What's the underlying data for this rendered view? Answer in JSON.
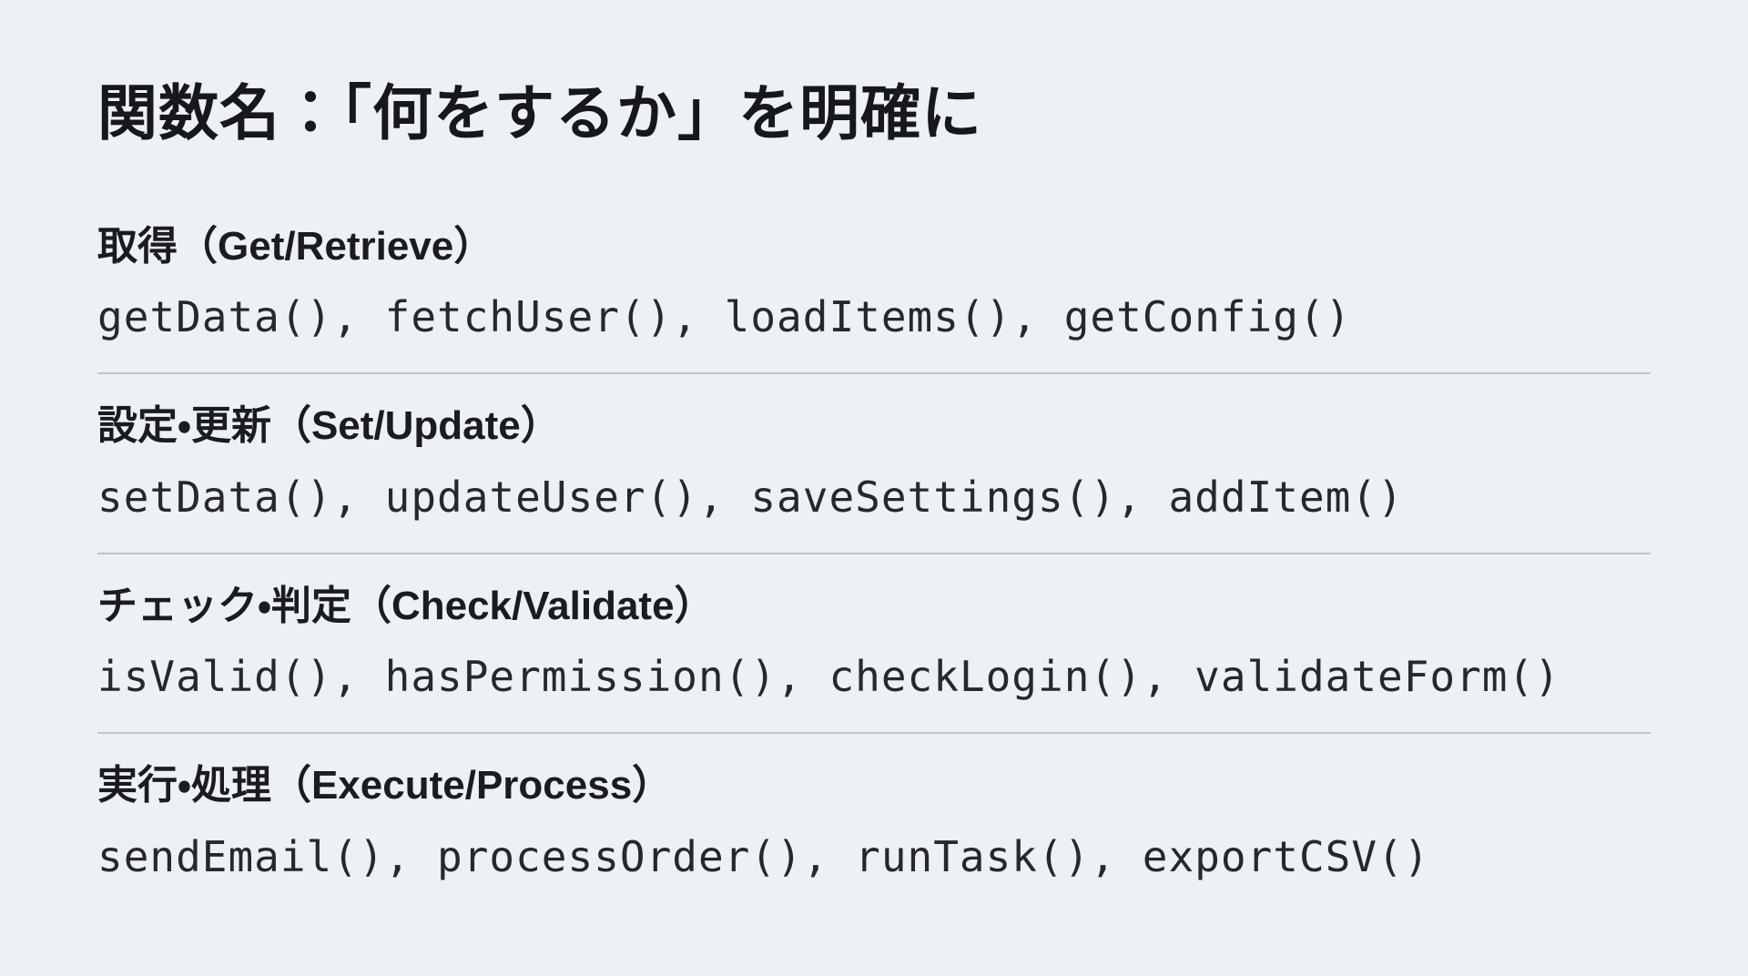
{
  "slide": {
    "title": "関数名：「何をするか」を明確に"
  },
  "sections": [
    {
      "heading": "取得（Get/Retrieve）",
      "code": "getData(), fetchUser(), loadItems(), getConfig()"
    },
    {
      "heading": "設定・更新（Set/Update）",
      "code": "setData(), updateUser(), saveSettings(), addItem()"
    },
    {
      "heading": "チェック・判定（Check/Validate）",
      "code": "isValid(), hasPermission(), checkLogin(), validateForm()"
    },
    {
      "heading": "実行・処理（Execute/Process）",
      "code": "sendEmail(), processOrder(), runTask(), exportCSV()"
    }
  ],
  "colors": {
    "background": "#edf0f4",
    "title_text": "#16181b",
    "heading_text": "#1a1c1f",
    "code_text": "#26282b",
    "divider": "#c0c5ca"
  }
}
